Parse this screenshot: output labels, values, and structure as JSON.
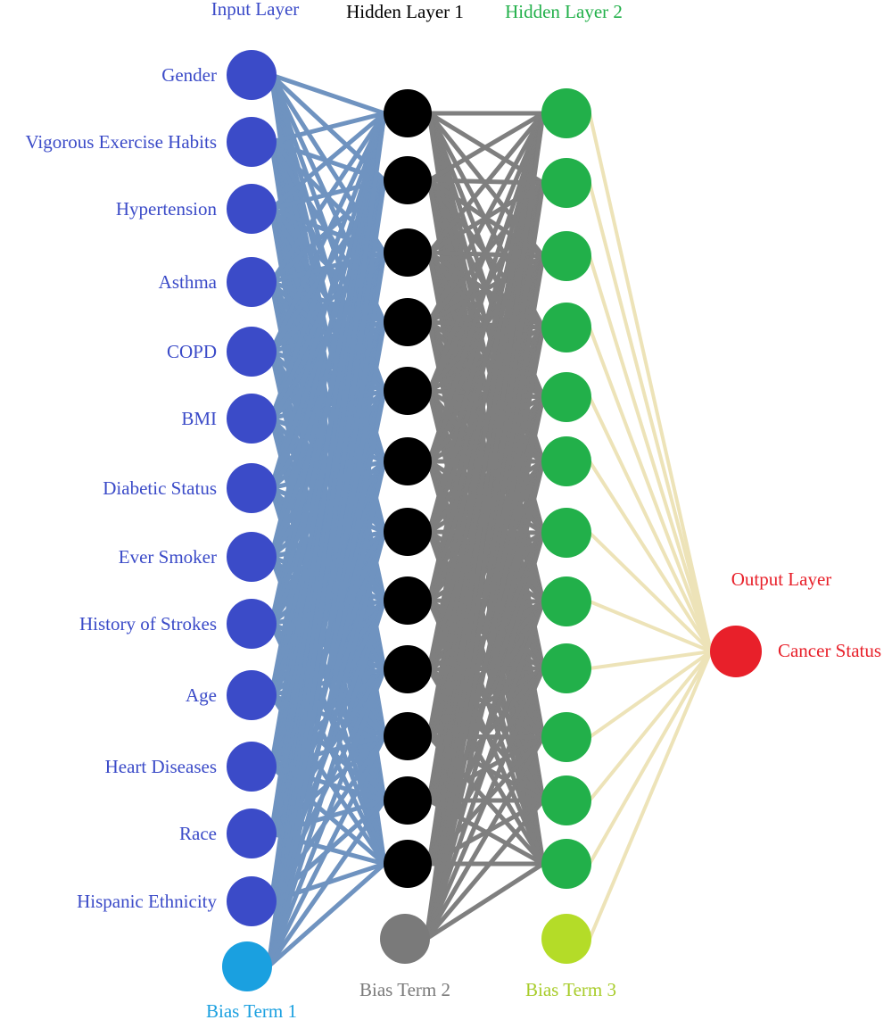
{
  "layers": {
    "input_title": "Input Layer",
    "hidden1_title": "Hidden Layer 1",
    "hidden2_title": "Hidden Layer 2",
    "output_title": "Output Layer"
  },
  "inputs": [
    "Gender",
    "Vigorous Exercise Habits",
    "Hypertension",
    "Asthma",
    "COPD",
    "BMI",
    "Diabetic Status",
    "Ever Smoker",
    "History of Strokes",
    "Age",
    "Heart Diseases",
    "Race",
    "Hispanic Ethnicity"
  ],
  "hidden1_node_count": 12,
  "hidden2_node_count": 12,
  "output": "Cancer Status",
  "bias": {
    "term1": "Bias Term 1",
    "term2": "Bias Term 2",
    "term3": "Bias Term 3"
  },
  "colors": {
    "input_node": "#3b4bc8",
    "bias1_node": "#1aa0e0",
    "hidden1_node": "#000000",
    "bias2_node": "#7a7a7a",
    "hidden2_node": "#22b04a",
    "bias3_node": "#b4dc28",
    "output_node": "#e8202a",
    "edges_input_hidden1": "#6f93c0",
    "edges_hidden1_hidden2": "#7f7f7f",
    "edges_hidden2_output": "#ede3b8"
  }
}
